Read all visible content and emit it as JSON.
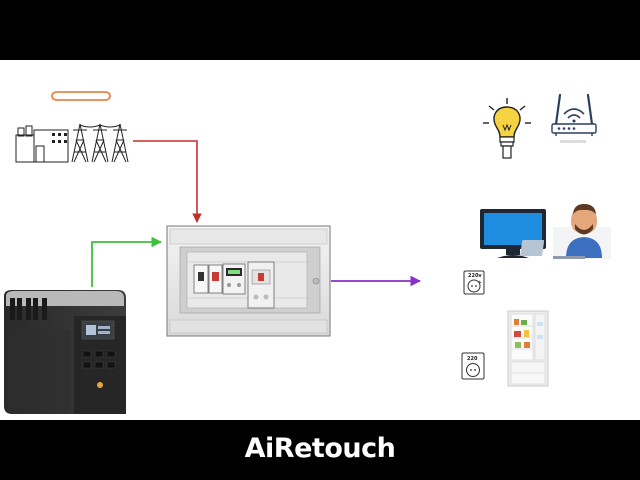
{
  "brand": {
    "logo_text": "AiRetouch"
  },
  "diagram": {
    "nodes": [
      {
        "id": "power-grid",
        "icon": "power-grid-icon"
      },
      {
        "id": "power-station",
        "icon": "portable-power-station-icon"
      },
      {
        "id": "switch-panel",
        "icon": "transfer-switch-panel-icon"
      },
      {
        "id": "light-bulb",
        "icon": "light-bulb-icon"
      },
      {
        "id": "router",
        "icon": "wifi-router-icon"
      },
      {
        "id": "monitor",
        "icon": "monitor-icon"
      },
      {
        "id": "person",
        "icon": "person-at-laptop-icon"
      },
      {
        "id": "fridge",
        "icon": "refrigerator-icon"
      }
    ],
    "edges": [
      {
        "from": "power-grid",
        "to": "switch-panel",
        "color": "#c0302a"
      },
      {
        "from": "power-station",
        "to": "switch-panel",
        "color": "#3fbf3f"
      },
      {
        "from": "switch-panel",
        "to": "loads",
        "color": "#8a2fc9"
      }
    ],
    "socket_labels": [
      "220v",
      "220"
    ]
  },
  "colors": {
    "grid_arrow": "#c0302a",
    "battery_arrow": "#3fbf3f",
    "output_arrow": "#8a2fc9",
    "frame": "#000000",
    "canvas": "#ffffff"
  }
}
